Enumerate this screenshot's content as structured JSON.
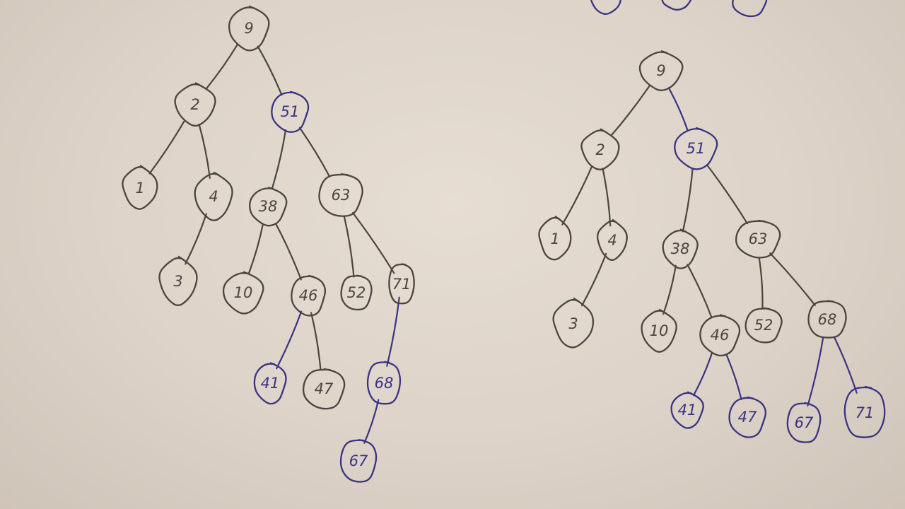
{
  "colors": {
    "pencil": "#4b4540",
    "ink_blue": "#3a3380"
  },
  "top_fragment": {
    "label": ""
  },
  "trees": [
    {
      "id": "tree-before",
      "root": "9",
      "nodes": [
        {
          "id": "n9",
          "label": "9",
          "ink": "pencil"
        },
        {
          "id": "n2",
          "label": "2",
          "ink": "pencil"
        },
        {
          "id": "n51",
          "label": "51",
          "ink": "ink_blue"
        },
        {
          "id": "n1",
          "label": "1",
          "ink": "pencil"
        },
        {
          "id": "n4",
          "label": "4",
          "ink": "pencil"
        },
        {
          "id": "n3",
          "label": "3",
          "ink": "pencil"
        },
        {
          "id": "n38",
          "label": "38",
          "ink": "pencil"
        },
        {
          "id": "n63",
          "label": "63",
          "ink": "pencil"
        },
        {
          "id": "n10",
          "label": "10",
          "ink": "pencil"
        },
        {
          "id": "n46",
          "label": "46",
          "ink": "pencil"
        },
        {
          "id": "n52",
          "label": "52",
          "ink": "pencil"
        },
        {
          "id": "n71",
          "label": "71",
          "ink": "pencil"
        },
        {
          "id": "n41",
          "label": "41",
          "ink": "ink_blue"
        },
        {
          "id": "n47",
          "label": "47",
          "ink": "pencil"
        },
        {
          "id": "n68",
          "label": "68",
          "ink": "ink_blue"
        },
        {
          "id": "n67",
          "label": "67",
          "ink": "ink_blue"
        }
      ],
      "edges": [
        {
          "from": "n9",
          "to": "n2",
          "ink": "pencil"
        },
        {
          "from": "n9",
          "to": "n51",
          "ink": "pencil"
        },
        {
          "from": "n2",
          "to": "n1",
          "ink": "pencil"
        },
        {
          "from": "n2",
          "to": "n4",
          "ink": "pencil"
        },
        {
          "from": "n4",
          "to": "n3",
          "ink": "pencil"
        },
        {
          "from": "n51",
          "to": "n38",
          "ink": "pencil"
        },
        {
          "from": "n51",
          "to": "n63",
          "ink": "pencil"
        },
        {
          "from": "n38",
          "to": "n10",
          "ink": "pencil"
        },
        {
          "from": "n38",
          "to": "n46",
          "ink": "pencil"
        },
        {
          "from": "n63",
          "to": "n52",
          "ink": "pencil"
        },
        {
          "from": "n63",
          "to": "n71",
          "ink": "pencil"
        },
        {
          "from": "n46",
          "to": "n41",
          "ink": "ink_blue"
        },
        {
          "from": "n46",
          "to": "n47",
          "ink": "pencil"
        },
        {
          "from": "n71",
          "to": "n68",
          "ink": "ink_blue"
        },
        {
          "from": "n68",
          "to": "n67",
          "ink": "ink_blue"
        }
      ]
    },
    {
      "id": "tree-after",
      "root": "9",
      "nodes": [
        {
          "id": "m9",
          "label": "9",
          "ink": "pencil"
        },
        {
          "id": "m2",
          "label": "2",
          "ink": "pencil"
        },
        {
          "id": "m51",
          "label": "51",
          "ink": "ink_blue"
        },
        {
          "id": "m1",
          "label": "1",
          "ink": "pencil"
        },
        {
          "id": "m4",
          "label": "4",
          "ink": "pencil"
        },
        {
          "id": "m3",
          "label": "3",
          "ink": "pencil"
        },
        {
          "id": "m38",
          "label": "38",
          "ink": "pencil"
        },
        {
          "id": "m63",
          "label": "63",
          "ink": "pencil"
        },
        {
          "id": "m10",
          "label": "10",
          "ink": "pencil"
        },
        {
          "id": "m46",
          "label": "46",
          "ink": "pencil"
        },
        {
          "id": "m52",
          "label": "52",
          "ink": "pencil"
        },
        {
          "id": "m68",
          "label": "68",
          "ink": "pencil"
        },
        {
          "id": "m41",
          "label": "41",
          "ink": "ink_blue"
        },
        {
          "id": "m47",
          "label": "47",
          "ink": "ink_blue"
        },
        {
          "id": "m67",
          "label": "67",
          "ink": "ink_blue"
        },
        {
          "id": "m71",
          "label": "71",
          "ink": "ink_blue"
        }
      ],
      "edges": [
        {
          "from": "m9",
          "to": "m2",
          "ink": "pencil"
        },
        {
          "from": "m9",
          "to": "m51",
          "ink": "ink_blue"
        },
        {
          "from": "m2",
          "to": "m1",
          "ink": "pencil"
        },
        {
          "from": "m2",
          "to": "m4",
          "ink": "pencil"
        },
        {
          "from": "m4",
          "to": "m3",
          "ink": "pencil"
        },
        {
          "from": "m51",
          "to": "m38",
          "ink": "pencil"
        },
        {
          "from": "m51",
          "to": "m63",
          "ink": "pencil"
        },
        {
          "from": "m38",
          "to": "m10",
          "ink": "pencil"
        },
        {
          "from": "m38",
          "to": "m46",
          "ink": "pencil"
        },
        {
          "from": "m63",
          "to": "m52",
          "ink": "pencil"
        },
        {
          "from": "m63",
          "to": "m68",
          "ink": "pencil"
        },
        {
          "from": "m46",
          "to": "m41",
          "ink": "ink_blue"
        },
        {
          "from": "m46",
          "to": "m47",
          "ink": "ink_blue"
        },
        {
          "from": "m68",
          "to": "m67",
          "ink": "ink_blue"
        },
        {
          "from": "m68",
          "to": "m71",
          "ink": "ink_blue"
        }
      ]
    }
  ]
}
